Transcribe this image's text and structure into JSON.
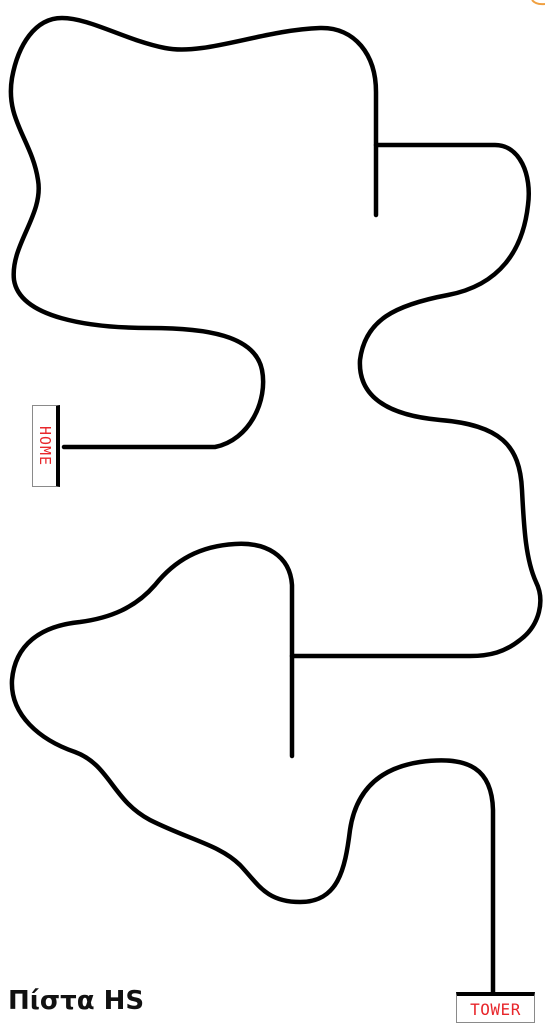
{
  "title": "Πίστα HS",
  "labels": {
    "home": "HOME",
    "tower": "TOWER"
  },
  "colors": {
    "track": "#000000",
    "label_text": "#e8262b",
    "background": "#ffffff"
  }
}
